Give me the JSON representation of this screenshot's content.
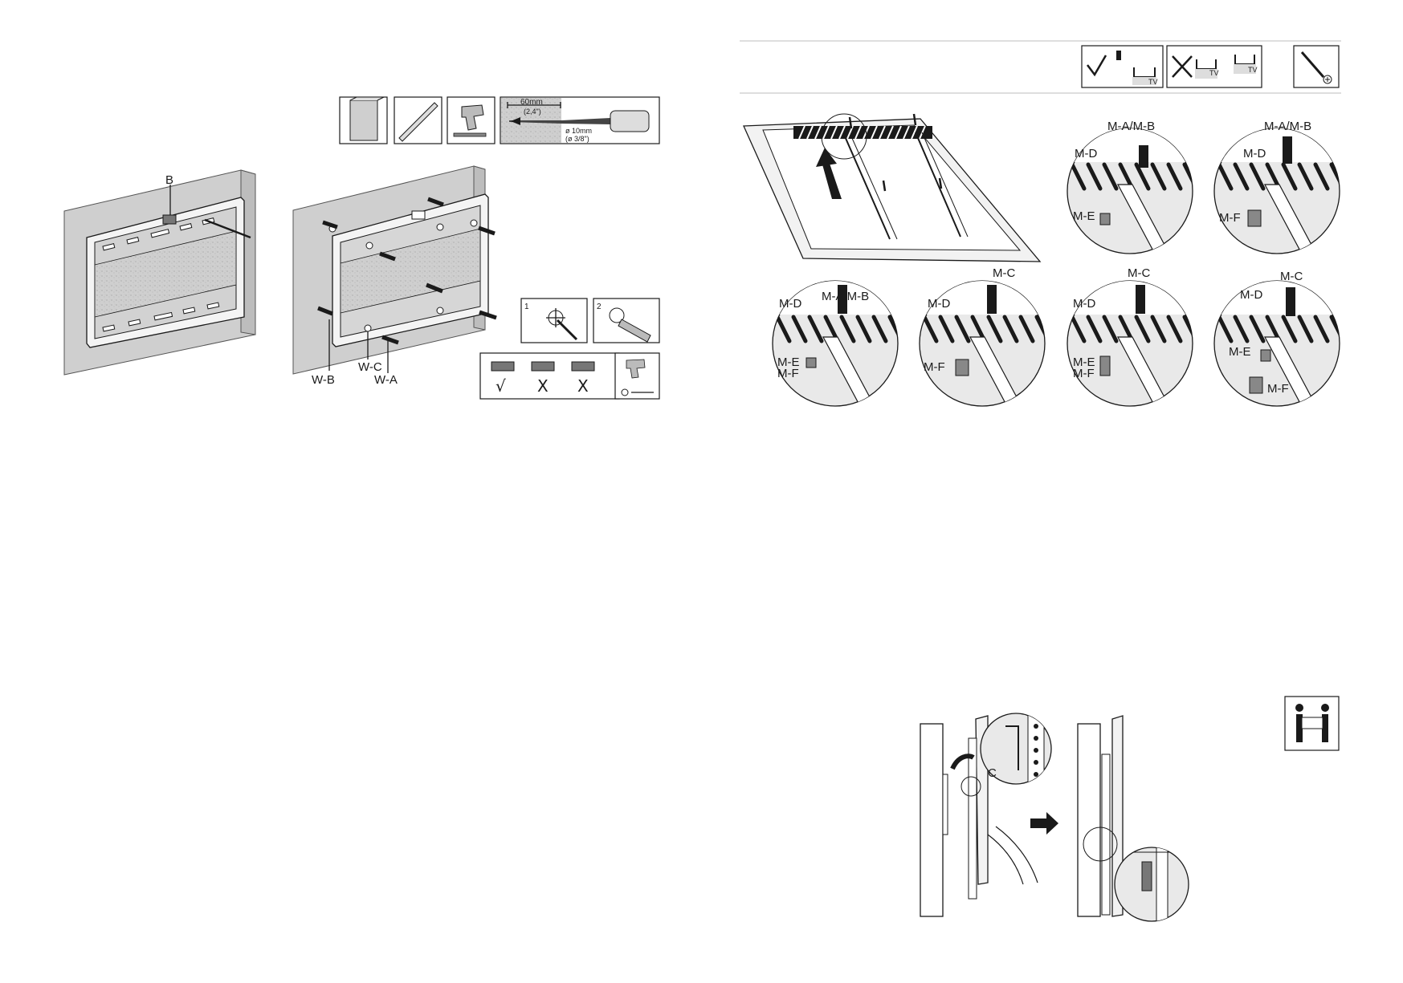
{
  "step_left": {
    "part_label_b": "B",
    "tool_drill_depth": "60mm",
    "tool_drill_depth_imperial": "(2,4\")",
    "tool_drill_diameter": "ø 10mm",
    "tool_drill_diameter_imperial": "(ø 3/8\")",
    "callout_w_b": "W-B",
    "callout_w_c": "W-C",
    "callout_w_a": "W-A",
    "mark_step_1": "1",
    "mark_step_2": "2",
    "level_check": [
      "√",
      "X",
      "X"
    ]
  },
  "step_right_top": {
    "detail_labels": {
      "m_ab": "M-A/M-B",
      "m_c": "M-C",
      "m_d": "M-D",
      "m_e": "M-E",
      "m_f": "M-F"
    },
    "tv_tag": "TV"
  },
  "step_right_bottom": {
    "part_label_c": "C"
  },
  "colors": {
    "ink": "#1a1a1a",
    "wall": "#cfcfcf",
    "panel": "#e9e9e9"
  }
}
